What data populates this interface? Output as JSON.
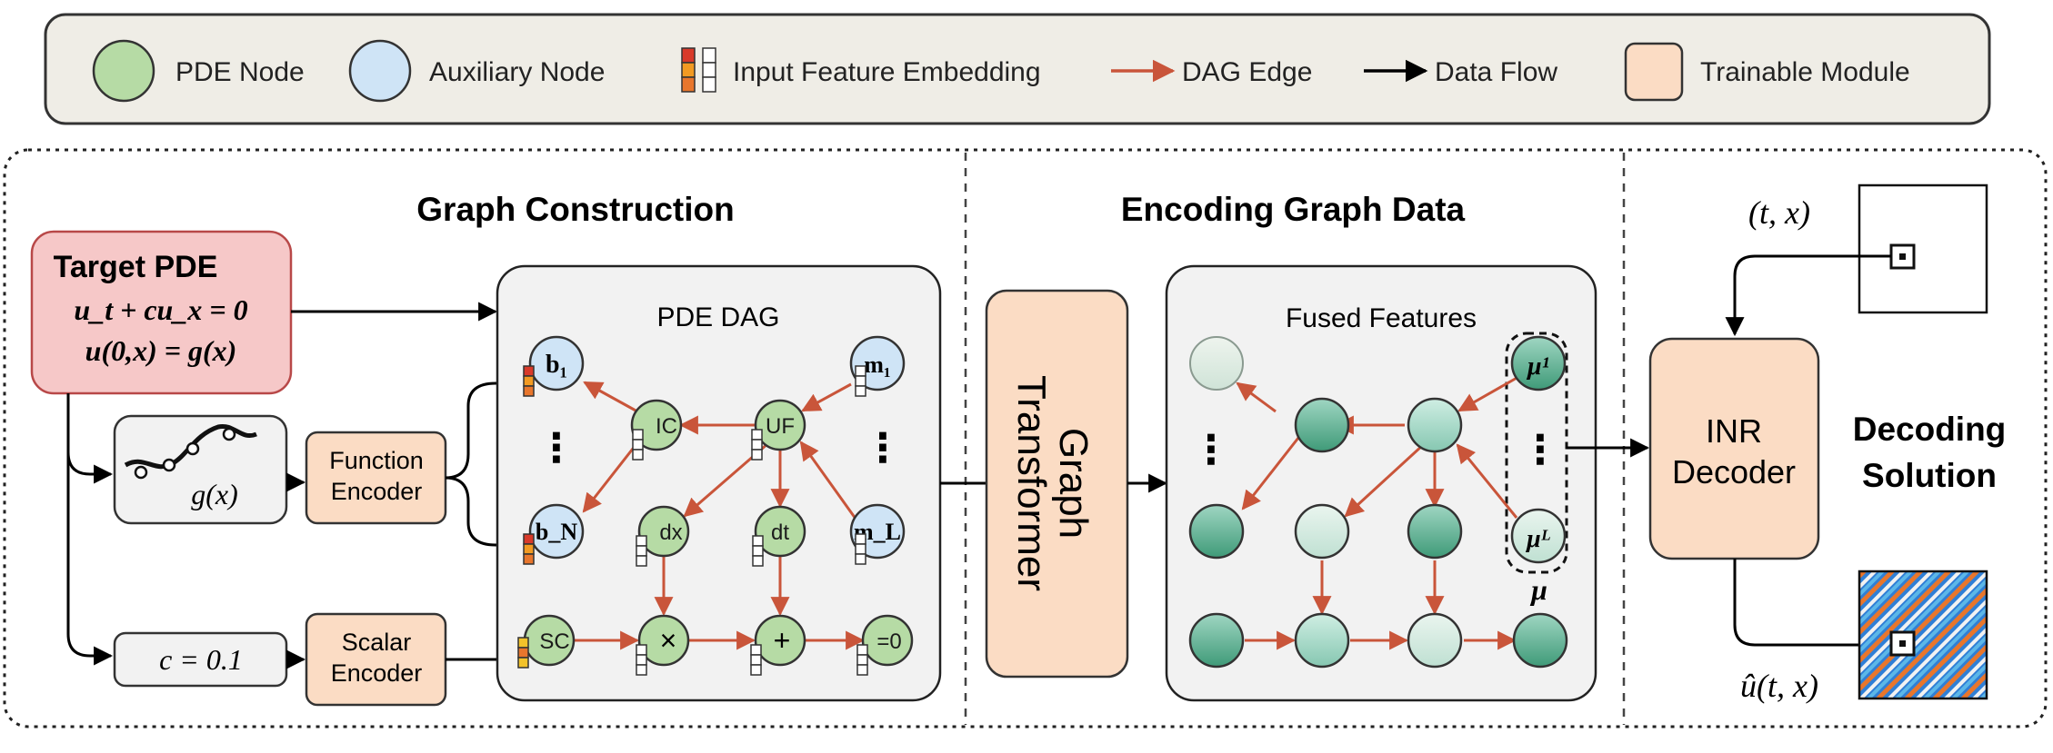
{
  "legend": {
    "pde_node": "PDE Node",
    "aux_node": "Auxiliary Node",
    "feature_embedding": "Input Feature Embedding",
    "dag_edge": "DAG Edge",
    "data_flow": "Data Flow",
    "trainable_module": "Trainable Module"
  },
  "sections": {
    "graph_construction": "Graph Construction",
    "encoding_graph_data": "Encoding Graph Data",
    "decoding_solution_line1": "Decoding",
    "decoding_solution_line2": "Solution"
  },
  "target_pde": {
    "title": "Target PDE",
    "eq1": "u_t + cu_x = 0",
    "eq2": "u(0,x) = g(x)"
  },
  "function_input": {
    "label": "g(x)"
  },
  "scalar_input": {
    "label": "c = 0.1"
  },
  "function_encoder": {
    "line1": "Function",
    "line2": "Encoder"
  },
  "scalar_encoder": {
    "line1": "Scalar",
    "line2": "Encoder"
  },
  "pde_dag": {
    "title": "PDE DAG",
    "nodes": {
      "b1": "b₁",
      "bN": "b_N",
      "m1": "m₁",
      "mL": "m_L",
      "ic": "IC",
      "uf": "UF",
      "dx": "dx",
      "dt": "dt",
      "sc": "SC",
      "mul": "×",
      "add": "+",
      "eq": "=0",
      "vdots": "⋮"
    }
  },
  "graph_transformer": {
    "line1": "Graph",
    "line2": "Transformer"
  },
  "fused_features": {
    "title": "Fused Features",
    "mu1": "μ¹",
    "muL": "μᴸ",
    "mu": "μ",
    "vdots": "⋮"
  },
  "decoder": {
    "line1": "INR",
    "line2": "Decoder",
    "query": "(t, x)",
    "output": "û(t, x)"
  },
  "colors": {
    "pde_node": "#b6dba5",
    "aux_node": "#cfe4f6",
    "dag_edge": "#c9553a",
    "trainable": "#fbdcc4",
    "target_pde_bg": "#f6c8c8",
    "panel_bg": "#f2f2f2",
    "legend_bg": "#efede6"
  }
}
